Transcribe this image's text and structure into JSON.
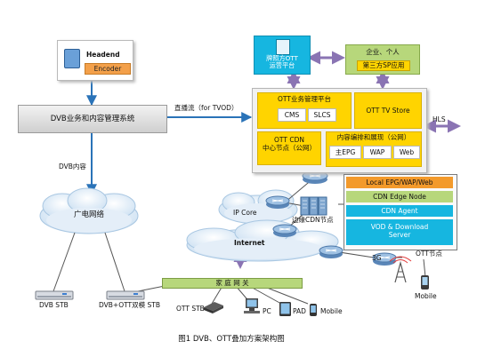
{
  "headend": {
    "title": "Headend",
    "encoder": "Encoder"
  },
  "dvb_system": "DVB业务和内容管理系统",
  "live_stream": "直播流（for TVOD）",
  "ott_operations": "牌照方OTT\n运营平台",
  "enterprise": {
    "title": "企业、个人",
    "sp": "第三方SP应用"
  },
  "ott_platform": {
    "business": {
      "title": "OTT业务管理平台",
      "items": [
        "CMS",
        "SLCS"
      ]
    },
    "tv_store": "OTT TV Store",
    "cdn_center": "OTT CDN\n中心节点（公网）",
    "content_mgmt": {
      "title": "内容编排和展现（公网）",
      "items": [
        "主EPG",
        "WAP",
        "Web"
      ]
    }
  },
  "hls": "HLS",
  "dvb_content": "DVB内容",
  "broadcast_network": "广电网络",
  "edge_stack": [
    "Local EPG/WAP/Web",
    "CDN Edge Node",
    "CDN Agent",
    "VOD & Download\nServer"
  ],
  "ip_core": "IP Core",
  "edge_cdn": "边缘CDN节点",
  "internet": "Internet",
  "threeg": "3G",
  "ott_node": "OTT节点",
  "mobile": "Mobile",
  "home_gateway": "家 庭 网 关",
  "devices": [
    "OTT STB",
    "PC",
    "PAD",
    "Mobile"
  ],
  "stbs": [
    "DVB STB",
    "DVB+OTT双模 STB"
  ],
  "caption": "图1  DVB、OTT叠加方案架构图",
  "colors": {
    "yellow": "#ffd400",
    "cyan": "#16b6e0",
    "orange": "#f39a2b",
    "green_bar": "#b7d77b",
    "arrow_purple": "#8a74b3"
  }
}
